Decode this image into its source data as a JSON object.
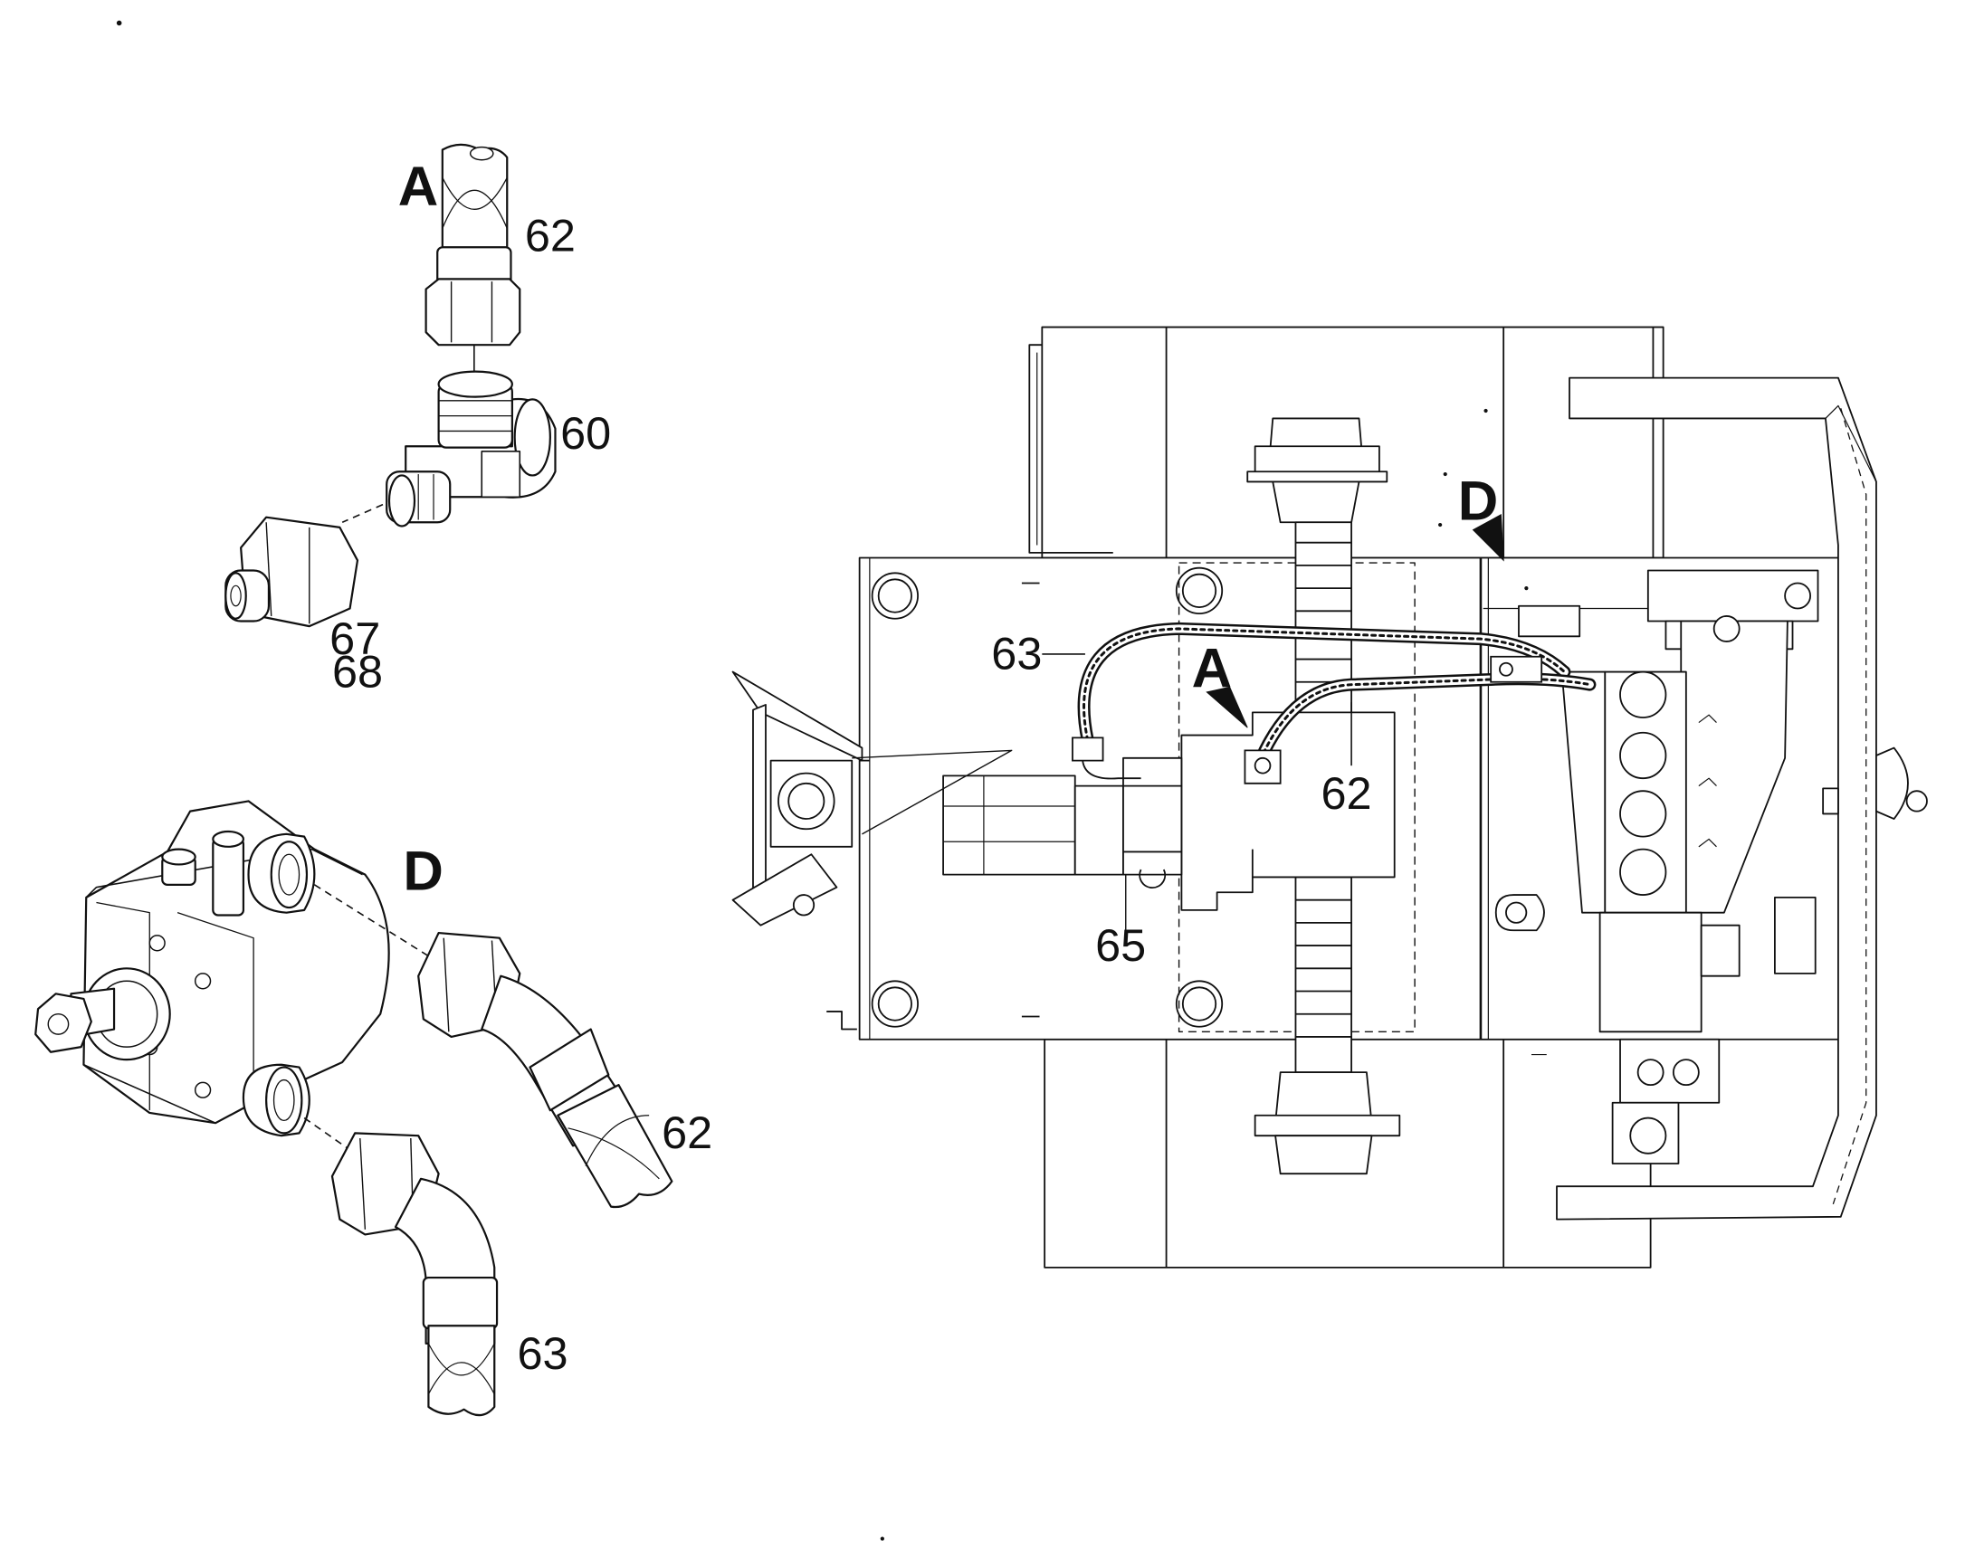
{
  "labels": {
    "a_detail": "A",
    "a_detail_62": "62",
    "a_detail_60": "60",
    "a_detail_67": "67",
    "a_detail_68": "68",
    "d_detail": "D",
    "d_detail_62": "62",
    "d_detail_63": "63",
    "main_63": "63",
    "main_A": "A",
    "main_62": "62",
    "main_65": "65",
    "main_D": "D"
  },
  "colors": {
    "ink": "#111111",
    "paper": "#ffffff"
  }
}
